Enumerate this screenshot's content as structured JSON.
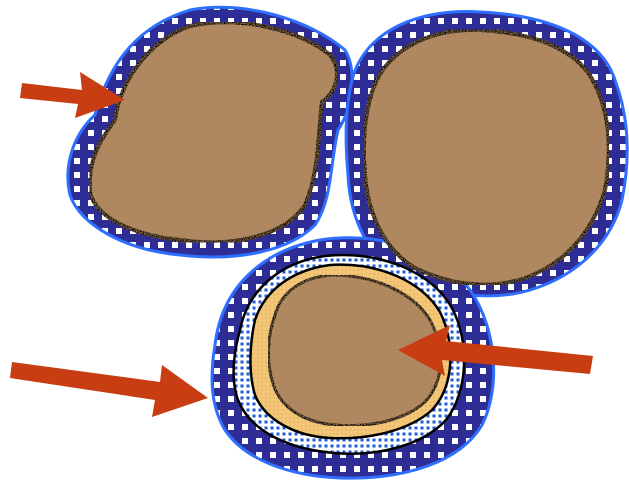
{
  "diagram": {
    "title": "",
    "grains": [
      {
        "id": "grain-top-left",
        "coating": "film"
      },
      {
        "id": "grain-top-right",
        "coating": "film"
      },
      {
        "id": "grain-bottom",
        "coating": "film-with-inner-layers"
      }
    ],
    "arrows": [
      {
        "id": "arrow-top-left",
        "points_to": "outer-film"
      },
      {
        "id": "arrow-bottom-left",
        "points_to": "outer-film"
      },
      {
        "id": "arrow-bottom-right",
        "points_to": "grain-core"
      }
    ],
    "colors": {
      "film": "#2e2d96",
      "film_dots": "#ffffff",
      "film_edge": "#2f6fff",
      "grain": "#b48a62",
      "grain_speckle": "#7a4f2b",
      "grain_outline": "#000000",
      "blue_dot_layer": "#1e5bd6",
      "yellow_layer": "#f3c77a",
      "arrow": "#c83d12"
    }
  }
}
